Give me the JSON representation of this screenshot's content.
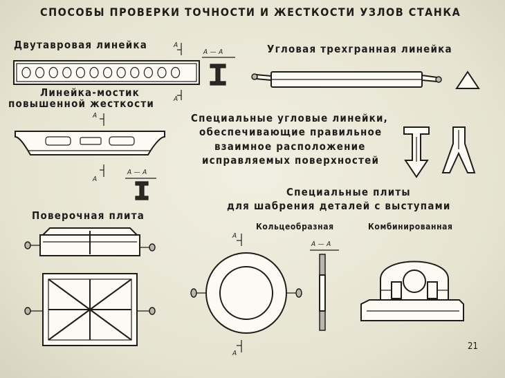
{
  "title": "СПОСОБЫ ПРОВЕРКИ ТОЧНОСТИ И ЖЕСТКОСТИ УЗЛОВ СТАНКА",
  "labels": {
    "i_beam_ruler": "Двутавровая линейка",
    "angle_ruler": "Угловая трехгранная линейка",
    "bridge_ruler_1": "Линейка-мостик",
    "bridge_ruler_2": "повышенной жесткости",
    "special_rulers_1": "Специальные угловые линейки,",
    "special_rulers_2": "обеспечивающие правильное",
    "special_rulers_3": "взаимное расположение",
    "special_rulers_4": "исправляемых поверхностей",
    "special_plates_1": "Специальные плиты",
    "special_plates_2": "для шабрения деталей с выступами",
    "surface_plate": "Поверочная плита",
    "ring_plate": "Кольцеобразная",
    "combined_plate": "Комбинированная"
  },
  "section_marks": {
    "a": "A",
    "aa": "A — A"
  },
  "page_number": "21"
}
